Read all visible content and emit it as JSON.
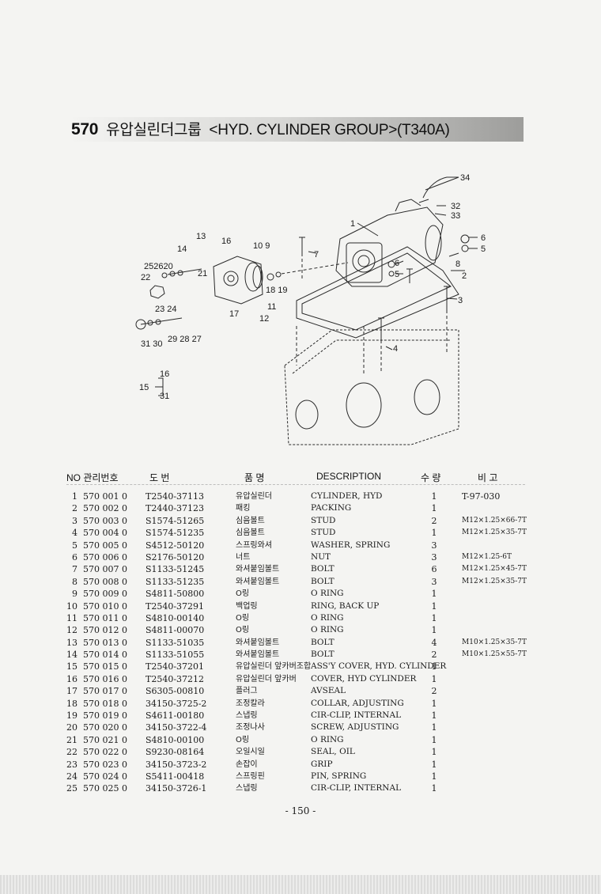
{
  "header": {
    "group_number": "570",
    "title_korean": "유압실린더그룹",
    "title_english": "<HYD. CYLINDER GROUP>(T340A)"
  },
  "diagram": {
    "callouts": [
      "1",
      "2",
      "3",
      "4",
      "5",
      "6",
      "7",
      "8",
      "9",
      "10",
      "11",
      "12",
      "13",
      "14",
      "15",
      "16",
      "17",
      "18",
      "19",
      "20",
      "21",
      "22",
      "23",
      "24",
      "25",
      "26",
      "27",
      "28",
      "29",
      "30",
      "31",
      "32",
      "33",
      "34",
      "6",
      "5",
      "16",
      "31"
    ]
  },
  "table": {
    "headers": {
      "no": "NO 관리번호",
      "part_no": "도  번",
      "name_ko": "품  명",
      "description": "DESCRIPTION",
      "qty": "수 량",
      "note": "비 고"
    },
    "rows": [
      {
        "no": "1",
        "group": "570 001 0",
        "part": "T2540-37113",
        "ko": "유압실린더",
        "desc": "CYLINDER, HYD",
        "qty": "1",
        "note": "T-97-030"
      },
      {
        "no": "2",
        "group": "570 002 0",
        "part": "T2440-37123",
        "ko": "패킹",
        "desc": "PACKING",
        "qty": "1",
        "note": ""
      },
      {
        "no": "3",
        "group": "570 003 0",
        "part": "S1574-51265",
        "ko": "심음볼트",
        "desc": "STUD",
        "qty": "2",
        "note": "M12×1.25×66-7T"
      },
      {
        "no": "4",
        "group": "570 004 0",
        "part": "S1574-51235",
        "ko": "심음볼트",
        "desc": "STUD",
        "qty": "1",
        "note": "M12×1.25×35-7T"
      },
      {
        "no": "5",
        "group": "570 005 0",
        "part": "S4512-50120",
        "ko": "스프링와셔",
        "desc": "WASHER, SPRING",
        "qty": "3",
        "note": ""
      },
      {
        "no": "6",
        "group": "570 006 0",
        "part": "S2176-50120",
        "ko": "너트",
        "desc": "NUT",
        "qty": "3",
        "note": "M12×1.25-6T"
      },
      {
        "no": "7",
        "group": "570 007 0",
        "part": "S1133-51245",
        "ko": "와셔붙임볼트",
        "desc": "BOLT",
        "qty": "6",
        "note": "M12×1.25×45-7T"
      },
      {
        "no": "8",
        "group": "570 008 0",
        "part": "S1133-51235",
        "ko": "와셔붙임볼트",
        "desc": "BOLT",
        "qty": "3",
        "note": "M12×1.25×35-7T"
      },
      {
        "no": "9",
        "group": "570 009 0",
        "part": "S4811-50800",
        "ko": "O링",
        "desc": "O RING",
        "qty": "1",
        "note": ""
      },
      {
        "no": "10",
        "group": "570 010 0",
        "part": "T2540-37291",
        "ko": "백업링",
        "desc": "RING, BACK UP",
        "qty": "1",
        "note": ""
      },
      {
        "no": "11",
        "group": "570 011 0",
        "part": "S4810-00140",
        "ko": "O링",
        "desc": "O RING",
        "qty": "1",
        "note": ""
      },
      {
        "no": "12",
        "group": "570 012 0",
        "part": "S4811-00070",
        "ko": "O링",
        "desc": "O RING",
        "qty": "1",
        "note": ""
      },
      {
        "no": "13",
        "group": "570 013 0",
        "part": "S1133-51035",
        "ko": "와셔붙임볼트",
        "desc": "BOLT",
        "qty": "4",
        "note": "M10×1.25×35-7T"
      },
      {
        "no": "14",
        "group": "570 014 0",
        "part": "S1133-51055",
        "ko": "와셔붙임볼트",
        "desc": "BOLT",
        "qty": "2",
        "note": "M10×1.25×55-7T"
      },
      {
        "no": "15",
        "group": "570 015 0",
        "part": "T2540-37201",
        "ko": "유압실린더 앞카버조합",
        "desc": "ASS'Y COVER, HYD. CYLINDER",
        "qty": "1",
        "note": ""
      },
      {
        "no": "16",
        "group": "570 016 0",
        "part": "T2540-37212",
        "ko": "유압실린더 앞카버",
        "desc": "COVER, HYD CYLINDER",
        "qty": "1",
        "note": ""
      },
      {
        "no": "17",
        "group": "570 017 0",
        "part": "S6305-00810",
        "ko": "플러그",
        "desc": "AVSEAL",
        "qty": "2",
        "note": ""
      },
      {
        "no": "18",
        "group": "570 018 0",
        "part": "34150-3725-2",
        "ko": "조정칼라",
        "desc": "COLLAR, ADJUSTING",
        "qty": "1",
        "note": ""
      },
      {
        "no": "19",
        "group": "570 019 0",
        "part": "S4611-00180",
        "ko": "스냅링",
        "desc": "CIR-CLIP, INTERNAL",
        "qty": "1",
        "note": ""
      },
      {
        "no": "20",
        "group": "570 020 0",
        "part": "34150-3722-4",
        "ko": "조정나사",
        "desc": "SCREW, ADJUSTING",
        "qty": "1",
        "note": ""
      },
      {
        "no": "21",
        "group": "570 021 0",
        "part": "S4810-00100",
        "ko": "O링",
        "desc": "O RING",
        "qty": "1",
        "note": ""
      },
      {
        "no": "22",
        "group": "570 022 0",
        "part": "S9230-08164",
        "ko": "오일시일",
        "desc": "SEAL, OIL",
        "qty": "1",
        "note": ""
      },
      {
        "no": "23",
        "group": "570 023 0",
        "part": "34150-3723-2",
        "ko": "손잡이",
        "desc": "GRIP",
        "qty": "1",
        "note": ""
      },
      {
        "no": "24",
        "group": "570 024 0",
        "part": "S5411-00418",
        "ko": "스프링핀",
        "desc": "PIN, SPRING",
        "qty": "1",
        "note": ""
      },
      {
        "no": "25",
        "group": "570 025 0",
        "part": "34150-3726-1",
        "ko": "스냅링",
        "desc": "CIR-CLIP, INTERNAL",
        "qty": "1",
        "note": ""
      }
    ]
  },
  "footer": {
    "page": "- 150 -"
  }
}
